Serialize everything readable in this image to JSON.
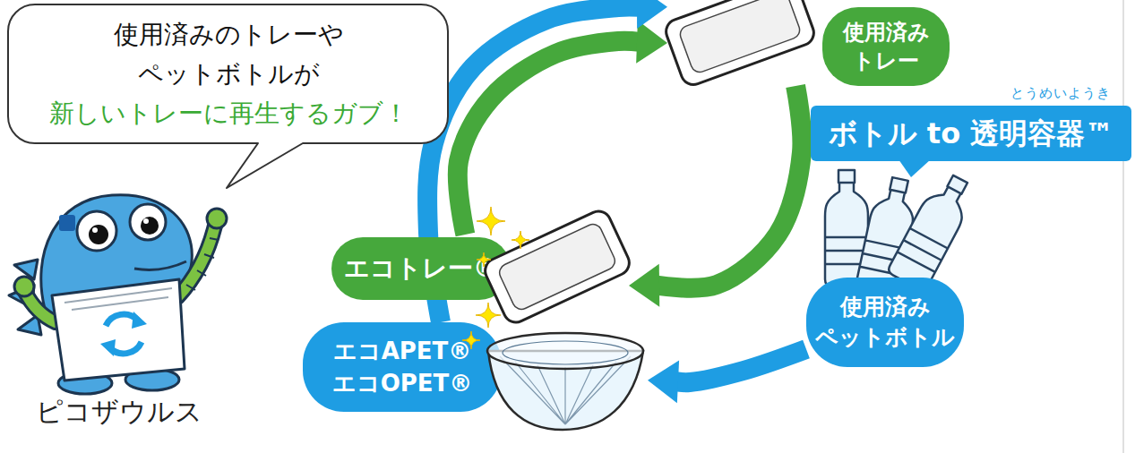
{
  "diagram": {
    "nodes": [
      {
        "text": [
          "使用済みのトレーや ペットボトルが",
          "新しいトレーに再生するガブ！"
        ]
      },
      {
        "text": [
          "使用済み トレー"
        ]
      },
      {
        "text": [
          "ボトル to 透明容器™"
        ]
      },
      {
        "text": [
          "使用済み ペットボトル"
        ]
      },
      {
        "text": [
          "エコトレー®"
        ]
      },
      {
        "text": [
          "エコAPET® エコOPET®"
        ]
      }
    ],
    "edges": [
      {
        "from": 1,
        "to": 4,
        "arrow": "to"
      },
      {
        "from": 3,
        "to": 5,
        "arrow": "to"
      },
      {
        "from": 4,
        "to": 1,
        "arrow": "to"
      },
      {
        "from": 5,
        "to": 1,
        "arrow": "to"
      }
    ],
    "labels": [
      "とうめいようき",
      "ピコザウルス"
    ]
  }
}
